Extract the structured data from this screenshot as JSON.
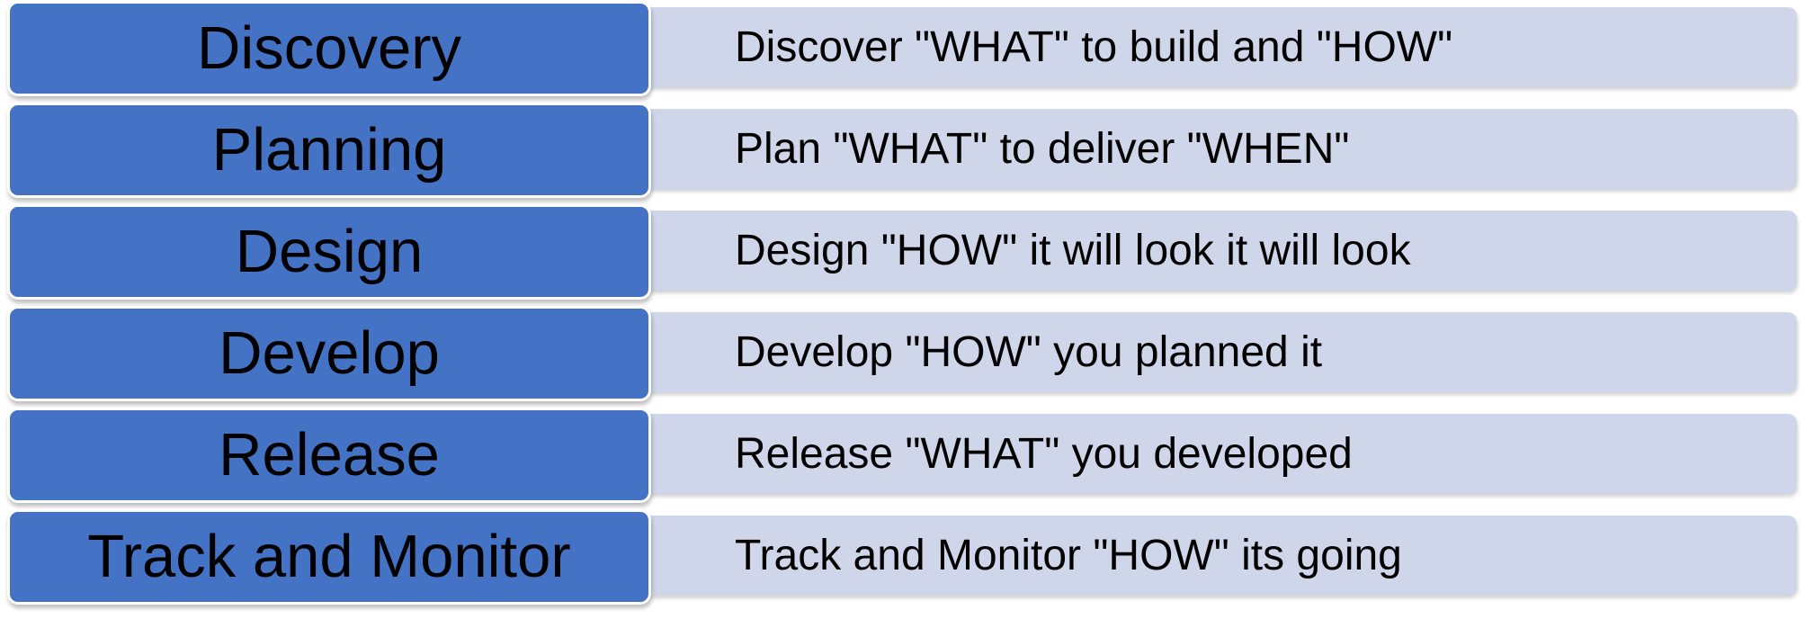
{
  "colors": {
    "stage_fill": "#4472c4",
    "description_fill": "#d0d6ea",
    "text": "#000000"
  },
  "rows": [
    {
      "stage": "Discovery",
      "description": "Discover \"WHAT\" to build and \"HOW\""
    },
    {
      "stage": "Planning",
      "description": "Plan \"WHAT\" to deliver \"WHEN\""
    },
    {
      "stage": "Design",
      "description": "Design \"HOW\" it will look it will look"
    },
    {
      "stage": "Develop",
      "description": "Develop \"HOW\" you planned it"
    },
    {
      "stage": "Release",
      "description": "Release \"WHAT\" you developed"
    },
    {
      "stage": "Track and Monitor",
      "description": "Track and Monitor \"HOW\" its going"
    }
  ]
}
